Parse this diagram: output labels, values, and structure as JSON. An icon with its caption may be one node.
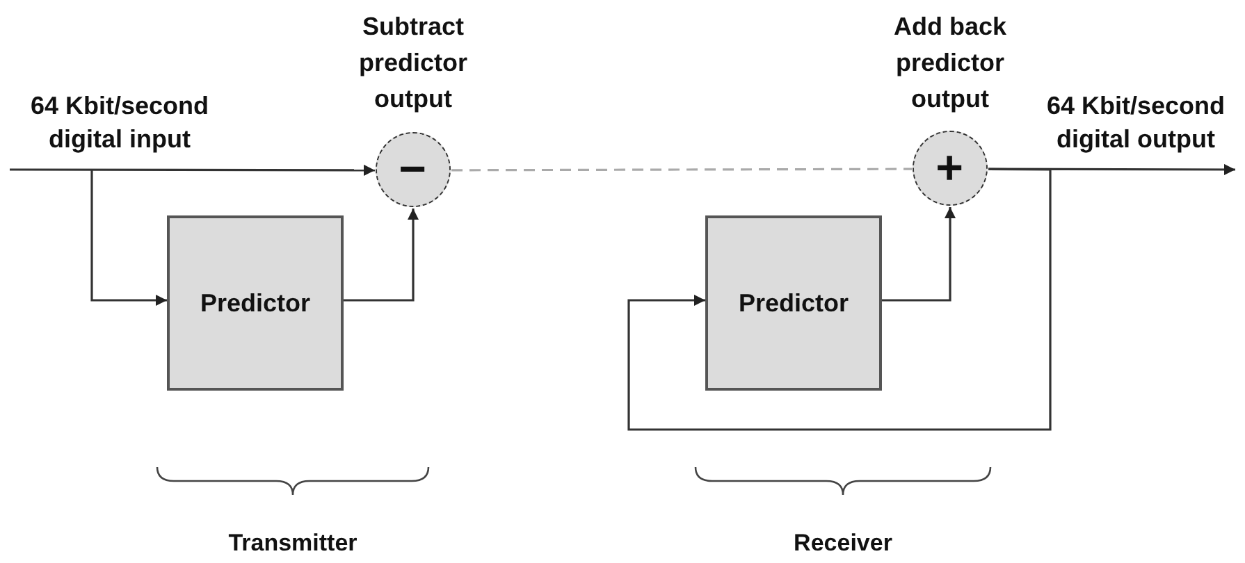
{
  "diagram": {
    "nodes": [
      {
        "text": [
          "Subtract predictor output",
          "−"
        ]
      },
      {
        "text": [
          "Predictor"
        ]
      },
      {
        "text": [
          "Add back predictor output",
          "+"
        ]
      },
      {
        "text": [
          "Predictor"
        ]
      }
    ],
    "edges": [
      {
        "from": null,
        "to": 0,
        "arrow": "to",
        "label": "64 Kbit/second digital input"
      },
      {
        "from": null,
        "to": 1,
        "arrow": "to"
      },
      {
        "from": 1,
        "to": 0,
        "arrow": "to"
      },
      {
        "from": 0,
        "to": 2,
        "arrow": "none",
        "style": "dashed",
        "color": "#aaaaaa"
      },
      {
        "from": 3,
        "to": 2,
        "arrow": "to"
      },
      {
        "from": 2,
        "to": null,
        "arrow": "to",
        "label": "64 Kbit/second digital output"
      },
      {
        "from": 2,
        "to": 3,
        "arrow": "to"
      }
    ],
    "labels": [
      "Transmitter",
      "Receiver"
    ]
  }
}
